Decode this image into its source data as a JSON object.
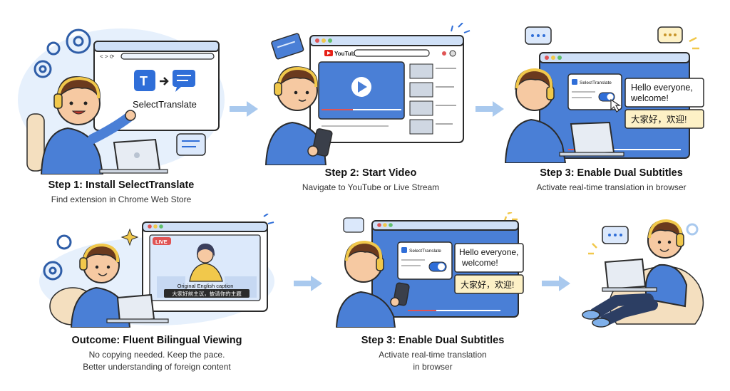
{
  "colors": {
    "accent": "#3a6fd8",
    "light_blue": "#dce9fb",
    "hoodie": "#4a7fd6",
    "hair": "#6b3a1e",
    "headphone": "#f1c84b",
    "skin": "#f6c9a2",
    "arrow": "#a9c9ee",
    "cn_caption_bg": "#fdf1c6"
  },
  "steps": [
    {
      "title": "Step 1: Install SelectTranslate",
      "subtitle": "Find extension in Chrome Web Store",
      "brand_label": "SelectTranslate"
    },
    {
      "title": "Step 2: Start Video",
      "subtitle": "Navigate to YouTube or Live Stream",
      "site_label": "YouTube"
    },
    {
      "title": "Step 3: Enable Dual Subtitles",
      "subtitle": "Activate real-time translation in browser",
      "toggle_label": "SelectTranslate",
      "en_caption": "Hello everyone, welcome!",
      "en_line1": "Hello everyone,",
      "en_line2": "welcome!",
      "cn_caption": "大家好，欢迎!"
    },
    {
      "title": "Outcome: Fluent Bilingual Viewing",
      "subtitle_line1": "No copying needed. Keep the pace.",
      "subtitle_line2": "Better understanding of foreign content",
      "live_badge": "LIVE",
      "en_caption": "Original English caption",
      "cn_caption": "大家好前主议，披请你的主题"
    },
    {
      "title": "Step 3: Enable Dual Subtitles",
      "subtitle_line1": "Activate real-time translation",
      "subtitle_line2": "in browser",
      "toggle_label": "SelectTranslate",
      "en_line1": "Hello everyone,",
      "en_line2": "welcome!",
      "cn_caption": "大家好，欢迎!"
    }
  ]
}
